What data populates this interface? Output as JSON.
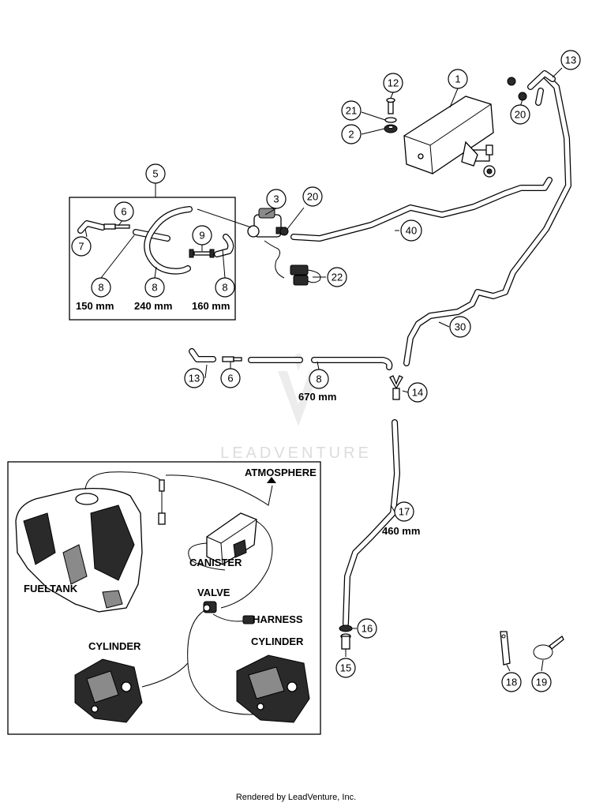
{
  "callouts": [
    {
      "id": "c1",
      "label": "1"
    },
    {
      "id": "c12",
      "label": "12"
    },
    {
      "id": "c21",
      "label": "21"
    },
    {
      "id": "c2",
      "label": "2"
    },
    {
      "id": "c13a",
      "label": "13"
    },
    {
      "id": "c20a",
      "label": "20"
    },
    {
      "id": "c5",
      "label": "5"
    },
    {
      "id": "c6a",
      "label": "6"
    },
    {
      "id": "c7",
      "label": "7"
    },
    {
      "id": "c9",
      "label": "9"
    },
    {
      "id": "c8a",
      "label": "8"
    },
    {
      "id": "c8b",
      "label": "8"
    },
    {
      "id": "c8c",
      "label": "8"
    },
    {
      "id": "c3",
      "label": "3"
    },
    {
      "id": "c20b",
      "label": "20"
    },
    {
      "id": "c22",
      "label": "22"
    },
    {
      "id": "c40",
      "label": "40"
    },
    {
      "id": "c30",
      "label": "30"
    },
    {
      "id": "c13b",
      "label": "13"
    },
    {
      "id": "c6b",
      "label": "6"
    },
    {
      "id": "c8d",
      "label": "8"
    },
    {
      "id": "c14",
      "label": "14"
    },
    {
      "id": "c17",
      "label": "17"
    },
    {
      "id": "c16",
      "label": "16"
    },
    {
      "id": "c15",
      "label": "15"
    },
    {
      "id": "c18",
      "label": "18"
    },
    {
      "id": "c19",
      "label": "19"
    }
  ],
  "dimensions": {
    "d150": "150 mm",
    "d240": "240 mm",
    "d160": "160 mm",
    "d670": "670 mm",
    "d460": "460 mm"
  },
  "schematic_labels": {
    "atmosphere": "ATMOSPHERE",
    "canister": "CANISTER",
    "fueltank": "FUELTANK",
    "valve": "VALVE",
    "harness": "HARNESS",
    "cylinder_left": "CYLINDER",
    "cylinder_right": "CYLINDER"
  },
  "watermark": "LEADVENTURE",
  "footer": "Rendered by LeadVenture, Inc."
}
